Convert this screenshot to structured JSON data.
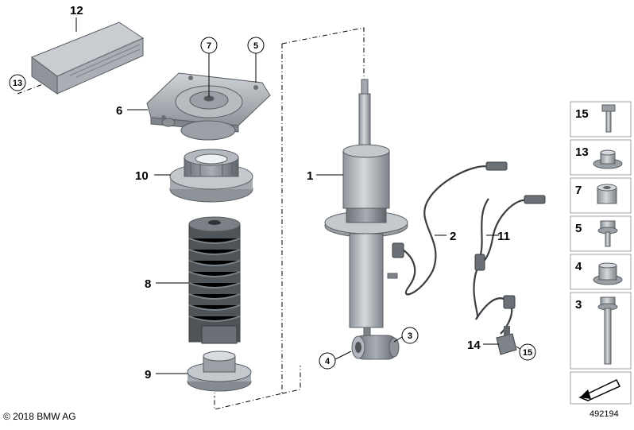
{
  "diagram": {
    "labels": {
      "p1": "1",
      "p2": "2",
      "p3": "3",
      "p4": "4",
      "p5": "5",
      "p6": "6",
      "p7": "7",
      "p8": "8",
      "p9": "9",
      "p10": "10",
      "p11": "11",
      "p12": "12",
      "p13": "13",
      "p14": "14",
      "p15": "15"
    },
    "legend": [
      "15",
      "13",
      "7",
      "5",
      "4",
      "3"
    ]
  },
  "footer": {
    "copyright": "© 2018 BMW AG",
    "reference": "492194"
  }
}
